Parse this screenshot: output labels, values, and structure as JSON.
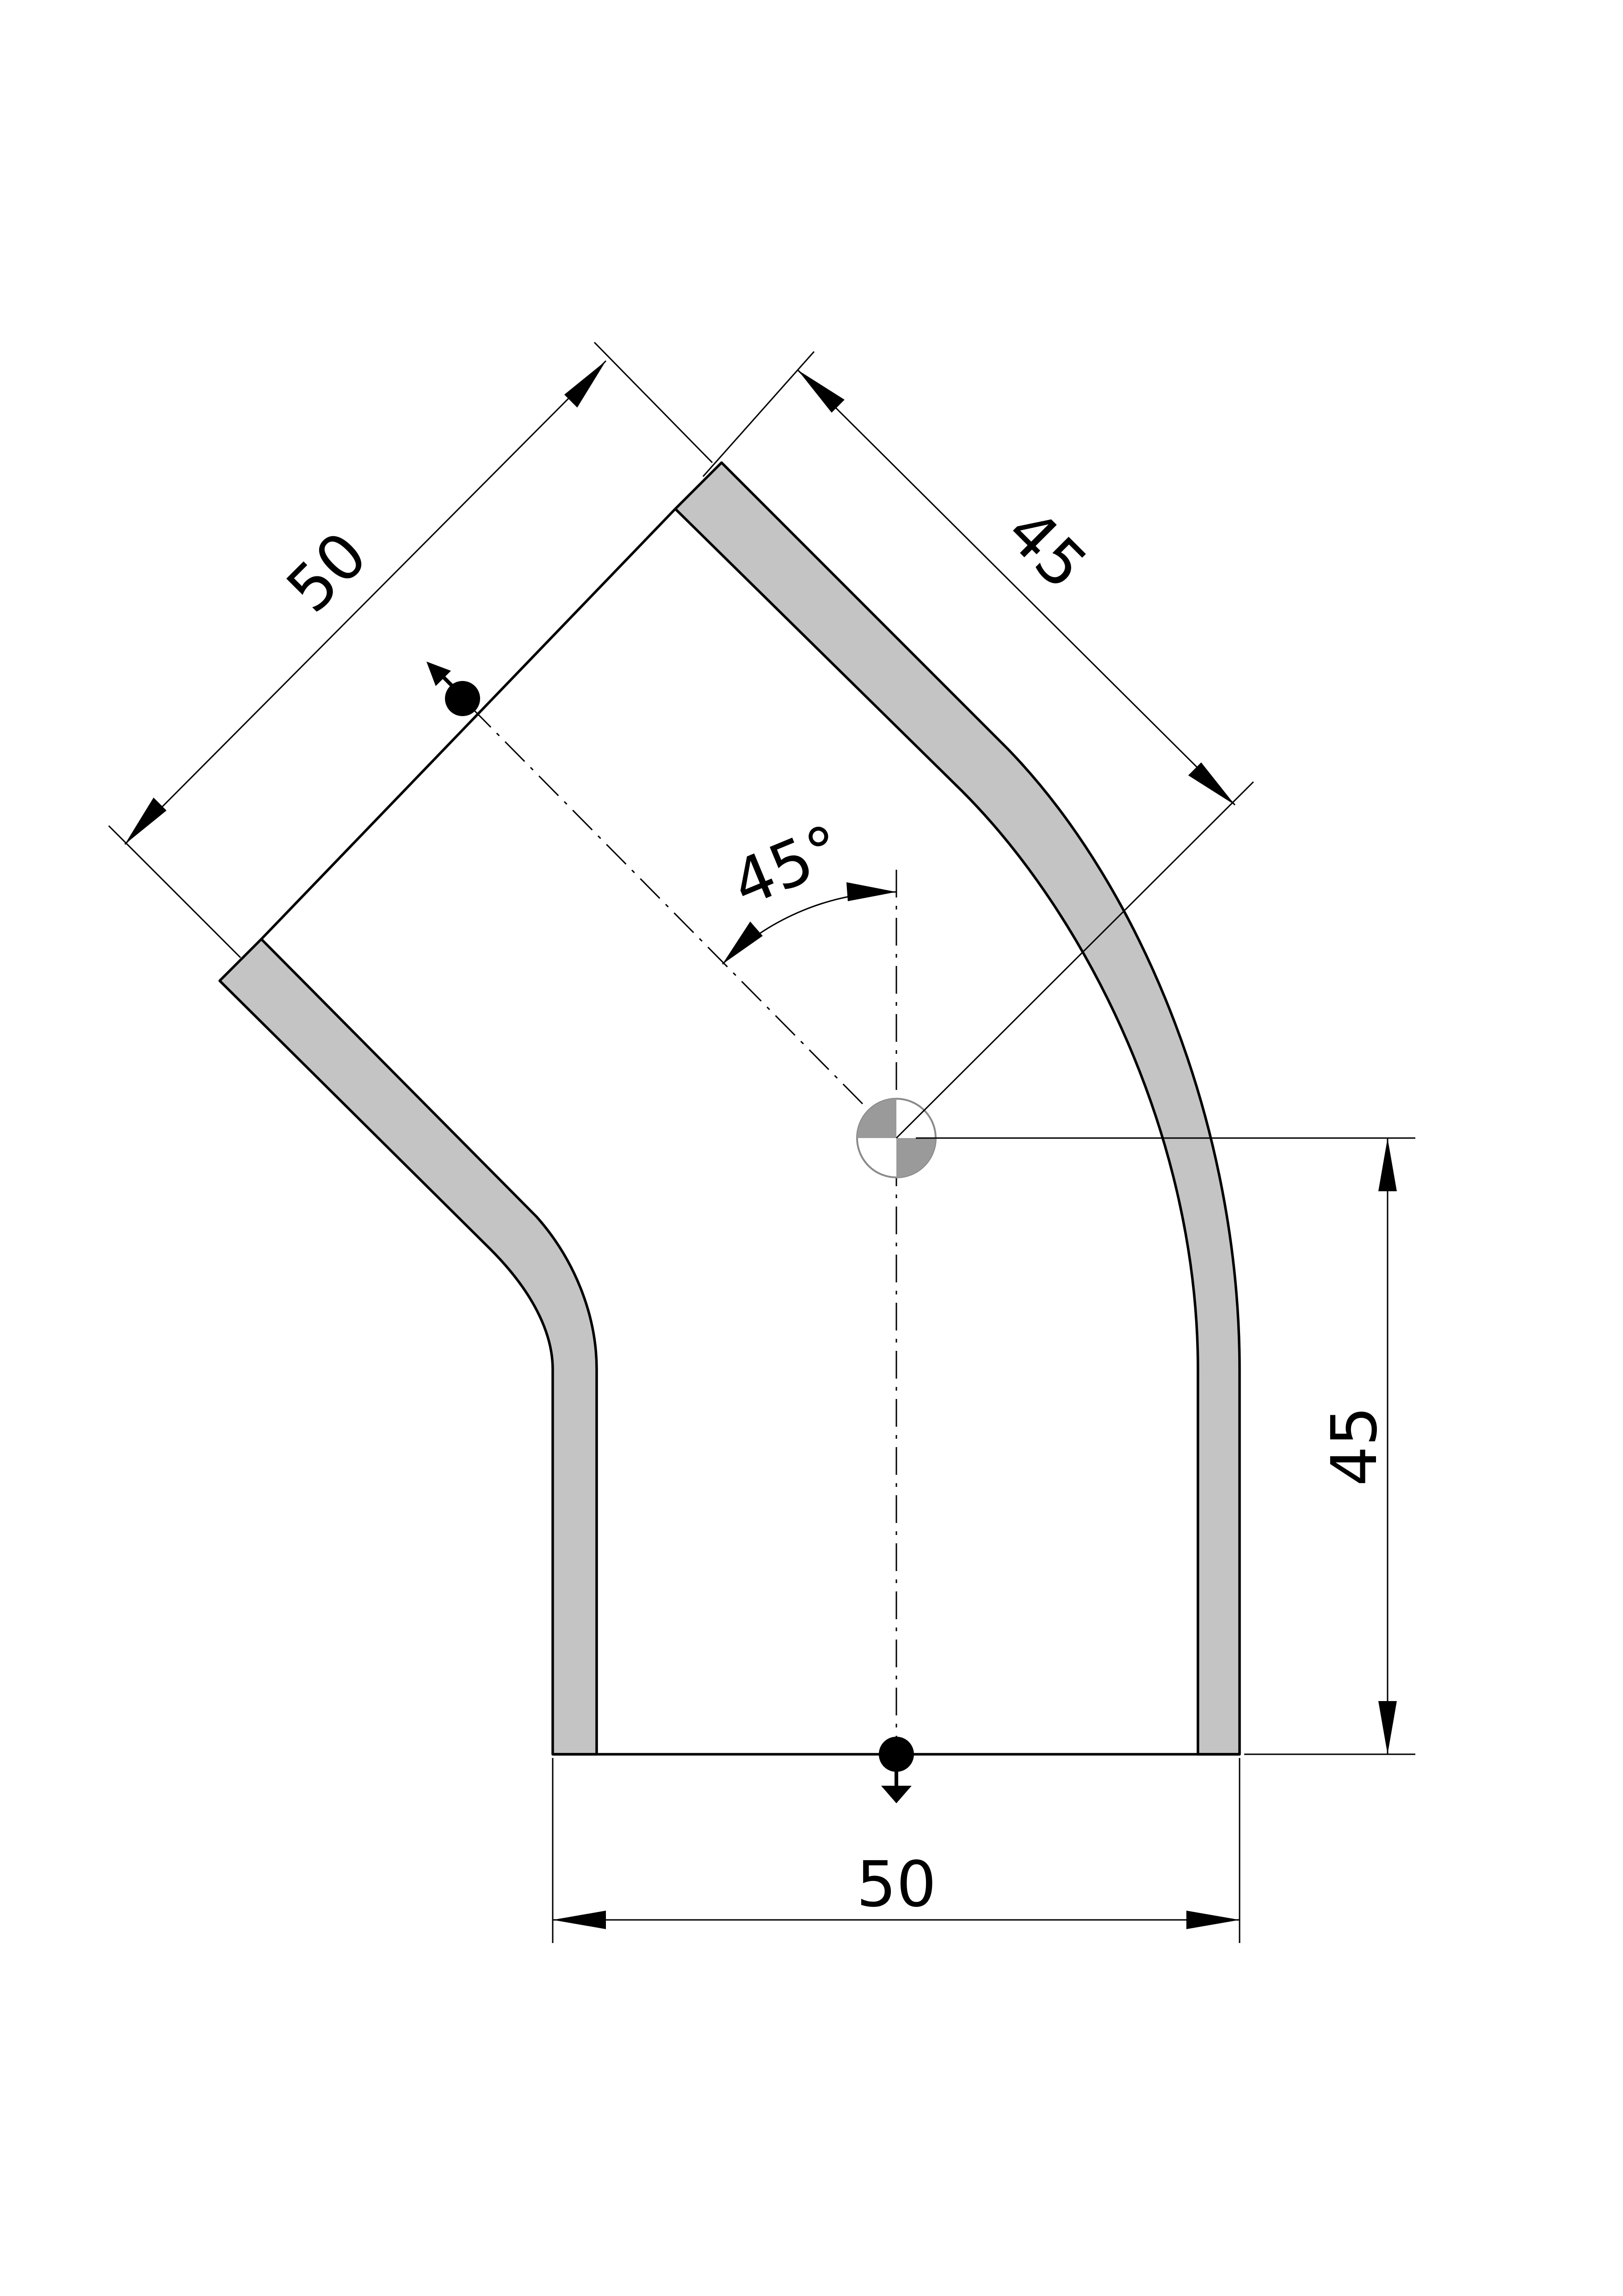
{
  "diagram": {
    "dimensions": {
      "bottom_width": "50",
      "right_height": "45",
      "upper_length": "45",
      "upper_width": "50",
      "bend_angle": "45°"
    },
    "colors": {
      "wall_fill": "#c4c4c4",
      "line": "#000000",
      "background": "#ffffff",
      "origin_marker_fill": "#9a9a9a"
    },
    "icons": {
      "bottom_port": "connection-port-arrow-down-icon",
      "top_port": "connection-port-arrow-up-left-icon",
      "origin": "center-origin-symbol-icon"
    }
  }
}
